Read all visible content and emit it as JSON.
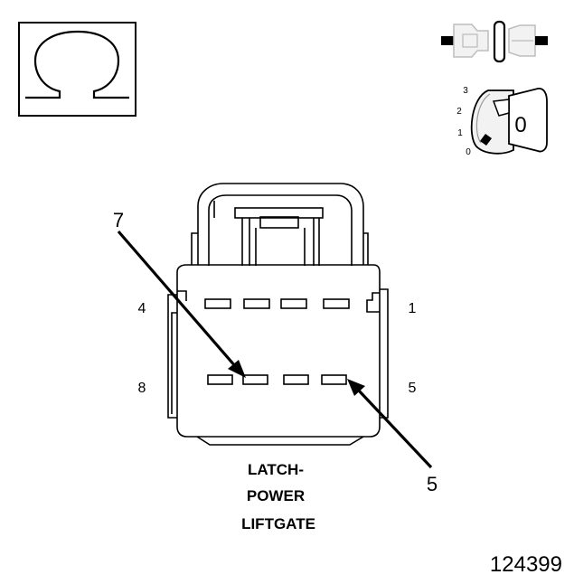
{
  "ohm_symbol": "Ω",
  "key_position": {
    "ticks": [
      "3",
      "2",
      "1",
      "0"
    ],
    "key_label": "0"
  },
  "connector": {
    "pin_labels": {
      "top_left": "4",
      "top_right": "1",
      "bottom_left": "8",
      "bottom_right": "5"
    },
    "callouts": {
      "upper_left": "7",
      "lower_right": "5"
    },
    "title_lines": [
      "LATCH-",
      "POWER",
      "LIFTGATE"
    ]
  },
  "figure_number": "124399"
}
